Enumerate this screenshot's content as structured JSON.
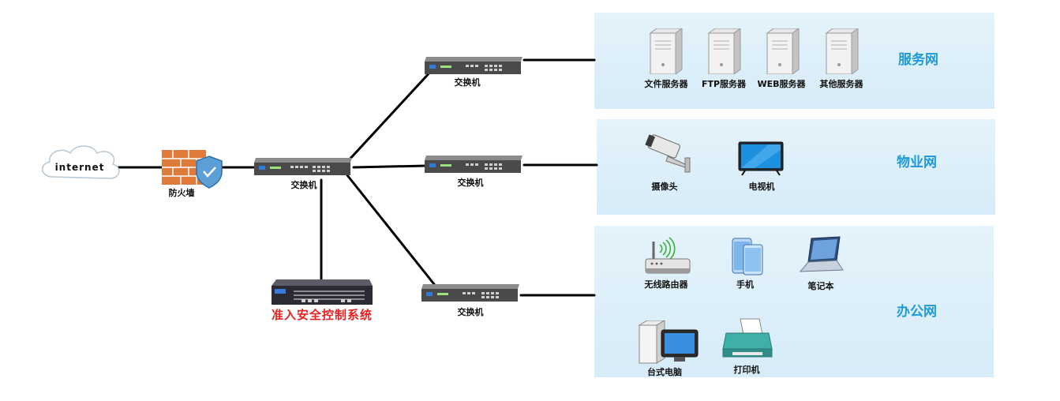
{
  "internet": {
    "label": "internet"
  },
  "firewall": {
    "label": "防火墙"
  },
  "core_switch": {
    "label": "交换机"
  },
  "nac": {
    "label": "准入安全控制系统"
  },
  "switches": [
    {
      "label": "交换机"
    },
    {
      "label": "交换机"
    },
    {
      "label": "交换机"
    }
  ],
  "zones": {
    "service": {
      "title": "服务网",
      "devices": [
        {
          "label": "文件服务器",
          "icon": "server-icon"
        },
        {
          "label": "FTP服务器",
          "icon": "server-icon"
        },
        {
          "label": "WEB服务器",
          "icon": "server-icon"
        },
        {
          "label": "其他服务器",
          "icon": "server-icon"
        }
      ]
    },
    "property": {
      "title": "物业网",
      "devices": [
        {
          "label": "摄像头",
          "icon": "camera-icon"
        },
        {
          "label": "电视机",
          "icon": "tv-icon"
        }
      ]
    },
    "office": {
      "title": "办公网",
      "devices": [
        {
          "label": "无线路由器",
          "icon": "router-icon"
        },
        {
          "label": "手机",
          "icon": "phone-icon"
        },
        {
          "label": "笔记本",
          "icon": "laptop-icon"
        },
        {
          "label": "台式电脑",
          "icon": "desktop-icon"
        },
        {
          "label": "打印机",
          "icon": "printer-icon"
        }
      ]
    }
  },
  "colors": {
    "zone_title": "#1e9ad6",
    "nac_label": "#e32222",
    "link": "#000000"
  }
}
